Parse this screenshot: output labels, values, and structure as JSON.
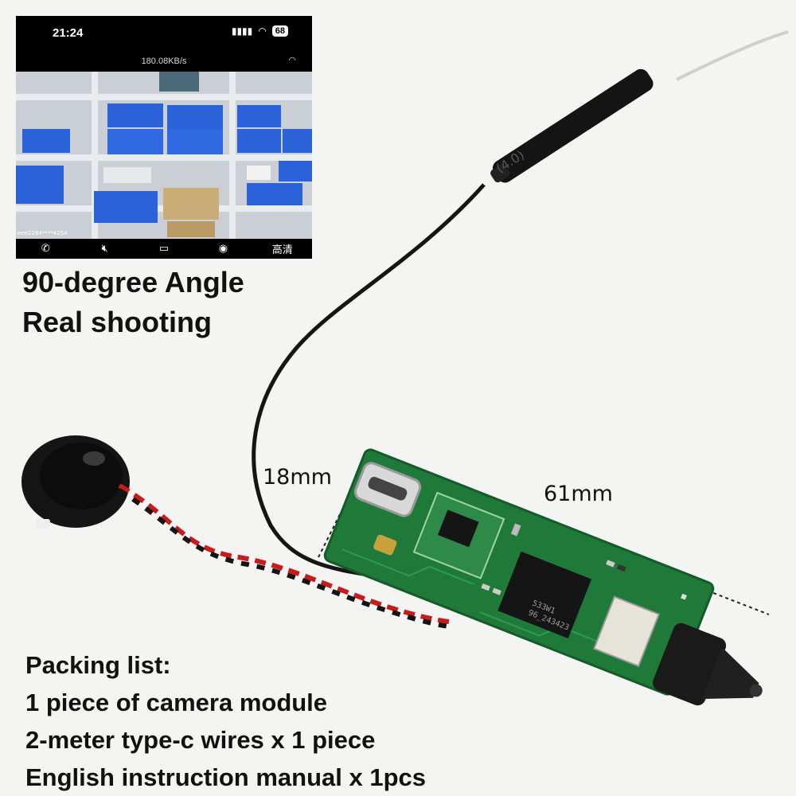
{
  "phone_screen": {
    "time": "21:24",
    "battery": "68",
    "speed": "180.08KB/s",
    "overlay_text": "eee2284****4254",
    "quality_label": "高清",
    "icons": [
      "call-icon",
      "mute-icon",
      "record-icon",
      "camera-icon"
    ]
  },
  "captions": {
    "angle_line1": "90-degree Angle",
    "angle_line2": "Real shooting"
  },
  "dimensions": {
    "width_label": "18mm",
    "length_label": "61mm"
  },
  "chip_text": {
    "line1": "533W1",
    "line2": "96_243423"
  },
  "antenna_text": "(4.0)",
  "packing": {
    "title": "Packing list:",
    "items": [
      "1 piece of camera module",
      "2-meter type-c wires x 1 piece",
      "English instruction manual x 1pcs"
    ]
  },
  "colors": {
    "background": "#f4f4f2",
    "pcb_green": "#1f7a3a",
    "shelf_bin_blue": "#2b62d9",
    "cable_black": "#151515",
    "wire_red": "#c81b1b"
  }
}
